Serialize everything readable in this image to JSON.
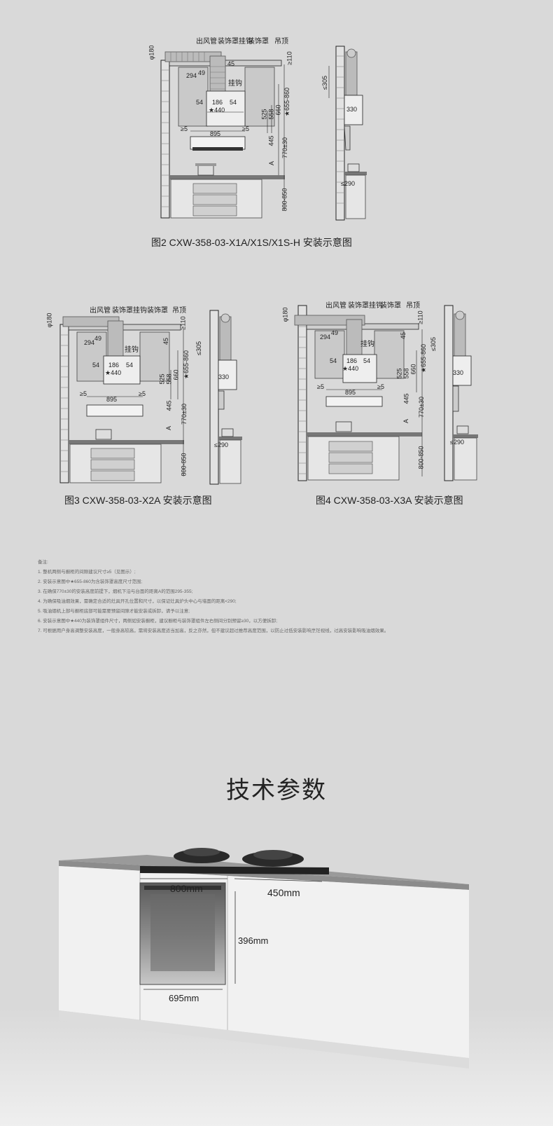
{
  "fig2": {
    "caption": "图2 CXW-358-03-X1A/X1S/X1S-H 安装示意图",
    "labels": {
      "duct": "出风管",
      "hook": "装饰罩挂钩",
      "cover": "装饰罩",
      "ceiling": "吊顶",
      "hanger": "挂钩"
    },
    "dims": {
      "phi": "φ180",
      "d49": "49",
      "d45": "45",
      "d294": "294",
      "d110": "≥110",
      "d54a": "54",
      "d186": "186",
      "d54b": "54",
      "d440": "★440",
      "d525": "525",
      "d558": "558",
      "d660": "660",
      "d655": "★655-860",
      "d5a": "≥5",
      "d5b": "≥5",
      "d895": "895",
      "d445": "445",
      "dA": "A",
      "d770": "770±30",
      "d800": "800-850",
      "d305": "≤305",
      "d330": "330",
      "d290": "≤290"
    }
  },
  "fig3": {
    "caption": "图3 CXW-358-03-X2A  安装示意图",
    "labels": {
      "duct": "出风管",
      "hook": "装饰罩挂钩",
      "cover": "装饰罩",
      "ceiling": "吊顶",
      "hanger": "挂钩"
    },
    "dims": {
      "phi": "φ180",
      "d49": "49",
      "d45": "45",
      "d294": "294",
      "d110": "≥110",
      "d54a": "54",
      "d186": "186",
      "d54b": "54",
      "d440": "★440",
      "d525": "525",
      "d558": "558",
      "d660": "660",
      "d655": "★655-860",
      "d5a": "≥5",
      "d5b": "≥5",
      "d895": "895",
      "d445": "445",
      "dA": "A",
      "d770": "770±30",
      "d800": "800-850",
      "d305": "≤305",
      "d330": "330",
      "d290": "≤290"
    }
  },
  "fig4": {
    "caption": "图4 CXW-358-03-X3A  安装示意图",
    "labels": {
      "duct": "出风管",
      "hook": "装饰罩挂钩",
      "cover": "装饰罩",
      "ceiling": "吊顶",
      "hanger": "挂钩"
    },
    "dims": {
      "phi": "φ180",
      "d49": "49",
      "d45": "45",
      "d294": "294",
      "d110": "≥110",
      "d54a": "54",
      "d186": "186",
      "d54b": "54",
      "d440": "★440",
      "d525": "525",
      "d558": "558",
      "d660": "660",
      "d655": "★655-860",
      "d5a": "≥5",
      "d5b": "≥5",
      "d895": "895",
      "d445": "445",
      "dA": "A",
      "d770": "770±30",
      "d800": "800-850",
      "d305": "≤305",
      "d330": "330",
      "d290": "≤290"
    }
  },
  "notes": {
    "heading": "备注:",
    "items": [
      "1. 整机两侧与橱柜的间隙建议尺寸≥5（见图示）;",
      "2. 安装示意图中★655-860为含装饰罩高度尺寸范围;",
      "3. 在确保770±30的安装高度前提下，烟机下沿与台面的距离A的范围295-355;",
      "4. 为确保吸油烟效果，需确定合适的灶具开孔位置和尺寸，以保证灶具炉头中心与墙面的距离<290;",
      "5. 吸油烟机上部与橱柜底部可能需要预留间隙才能安装或拆卸，请予以注意;",
      "6. 安装示意图中★440为装饰罩组件尺寸，两侧如安装橱柜，建议橱柜与装饰罩组件左右侧间分别预留≥30，以方便拆卸;",
      "7. 可根据用户身高调整安装高度，一般身高较高，需将安装高度适当加高，反之亦然，但不建议超过推荐高度范围，以防止过低安装影响烹饪视线，过高安装影响吸油烟效果。"
    ]
  },
  "section_title": "技术参数",
  "product": {
    "w800": "800mm",
    "w450": "450mm",
    "h396": "396mm",
    "w695": "695mm"
  },
  "colors": {
    "bg": "#d9d9d9",
    "line": "#222222",
    "brick": "#a6a6a6",
    "cabinet": "#bdbdbd",
    "white": "#eeeeee",
    "counter": "#8a8a8a"
  }
}
